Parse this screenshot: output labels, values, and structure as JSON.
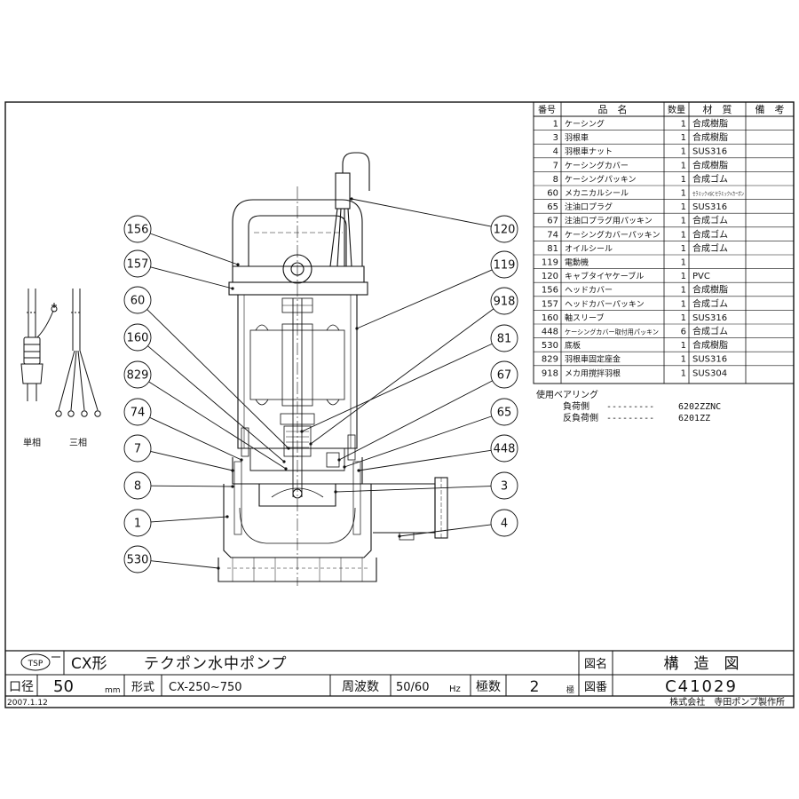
{
  "title_block": {
    "logo_text": "TSP",
    "series": "CX形",
    "product_name": "テクポン水中ポンプ",
    "drawing_name_label": "図名",
    "drawing_name": "構　造　図",
    "bore_label": "口径",
    "bore_value": "50",
    "bore_unit": "mm",
    "model_label": "形式",
    "model_value": "CX-250~750",
    "freq_label": "周波数",
    "freq_value": "50/60",
    "freq_unit": "Hz",
    "poles_label": "極数",
    "poles_value": "2",
    "poles_unit": "極",
    "drawing_no_label": "図番",
    "drawing_no": "C41029",
    "date": "2007.1.12",
    "company": "株式会社　寺田ポンプ製作所"
  },
  "parts_table": {
    "headers": [
      "番号",
      "品　名",
      "数量",
      "材　質",
      "備　考"
    ],
    "rows": [
      [
        "1",
        "ケーシング",
        "1",
        "合成樹脂",
        ""
      ],
      [
        "3",
        "羽根車",
        "1",
        "合成樹脂",
        ""
      ],
      [
        "4",
        "羽根車ナット",
        "1",
        "SUS316",
        ""
      ],
      [
        "7",
        "ケーシングカバー",
        "1",
        "合成樹脂",
        ""
      ],
      [
        "8",
        "ケーシングパッキン",
        "1",
        "合成ゴム",
        ""
      ],
      [
        "60",
        "メカニカルシール",
        "1",
        "セラミック×SiC セラミック×カーボン",
        ""
      ],
      [
        "65",
        "注油口プラグ",
        "1",
        "SUS316",
        ""
      ],
      [
        "67",
        "注油口プラグ用パッキン",
        "1",
        "合成ゴム",
        ""
      ],
      [
        "74",
        "ケーシングカバーパッキン",
        "1",
        "合成ゴム",
        ""
      ],
      [
        "81",
        "オイルシール",
        "1",
        "合成ゴム",
        ""
      ],
      [
        "119",
        "電動機",
        "1",
        "",
        ""
      ],
      [
        "120",
        "キャブタイヤケーブル",
        "1",
        "PVC",
        ""
      ],
      [
        "156",
        "ヘッドカバー",
        "1",
        "合成樹脂",
        ""
      ],
      [
        "157",
        "ヘッドカバーパッキン",
        "1",
        "合成ゴム",
        ""
      ],
      [
        "160",
        "軸スリーブ",
        "1",
        "SUS316",
        ""
      ],
      [
        "448",
        "ケーシングカバー取付用パッキン",
        "6",
        "合成ゴム",
        ""
      ],
      [
        "530",
        "底板",
        "1",
        "合成樹脂",
        ""
      ],
      [
        "829",
        "羽根車固定座金",
        "1",
        "SUS316",
        ""
      ],
      [
        "918",
        "メカ用撹拌羽根",
        "1",
        "SUS304",
        ""
      ]
    ]
  },
  "bearings": {
    "heading": "使用ベアリング",
    "load_side_label": "負荷側",
    "load_side_value": "6202ZZNC",
    "anti_load_side_label": "反負荷側",
    "anti_load_side_value": "6201ZZ",
    "dash_leader": "---------"
  },
  "plug_labels": {
    "single_phase": "単相",
    "three_phase": "三相"
  },
  "callouts_left": [
    "156",
    "157",
    "60",
    "160",
    "829",
    "74",
    "7",
    "8",
    "1",
    "530"
  ],
  "callouts_right": [
    "120",
    "119",
    "918",
    "81",
    "67",
    "65",
    "448",
    "3",
    "4"
  ]
}
